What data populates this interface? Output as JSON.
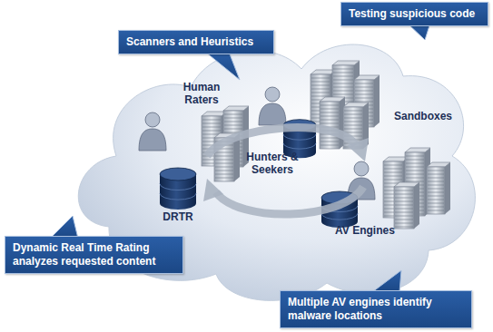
{
  "diagram": {
    "nodes": [
      {
        "text": [
          "Scanners and Heuristics"
        ]
      },
      {
        "text": [
          "Testing suspicious code"
        ]
      },
      {
        "text": [
          "Dynamic Real Time Rating analyzes requested content"
        ]
      },
      {
        "text": [
          "Multiple AV engines identify malware locations"
        ]
      }
    ],
    "labels": [
      "Human Raters",
      "Sandboxes",
      "Hunters & Seekers",
      "DRTR",
      "AV Engines"
    ]
  }
}
